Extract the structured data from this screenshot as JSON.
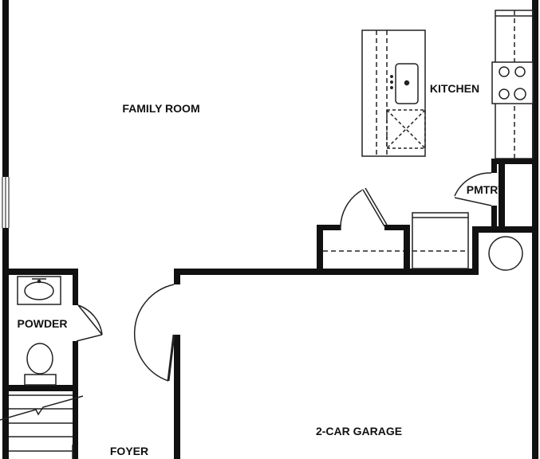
{
  "rooms": {
    "family_room": "FAMILY ROOM",
    "kitchen": "KITCHEN",
    "pantry": "PMTRY",
    "powder": "POWDER",
    "garage": "2-CAR GARAGE",
    "foyer": "FOYER"
  },
  "colors": {
    "wall": "#111111",
    "fixture": "#222222",
    "dashed": "#333333",
    "background": "#ffffff"
  }
}
